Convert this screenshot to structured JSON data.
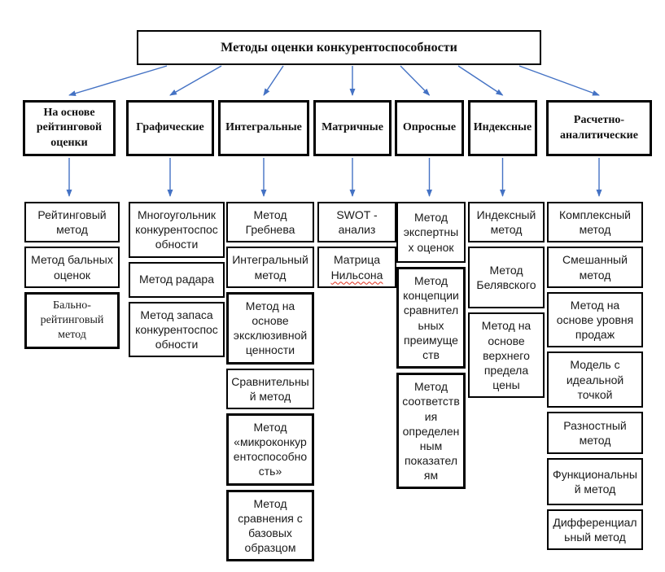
{
  "title": "Методы оценки конкурентоспособности",
  "colors": {
    "arrow": "#4472C4",
    "box_border": "#000000",
    "spellcheck_underline": "#e0301e"
  },
  "columns": [
    {
      "category": "На основе рейтинговой оценки",
      "items": [
        {
          "label": "Рейтинговый метод"
        },
        {
          "label": "Метод бальных оценок"
        },
        {
          "label": "Бально-рейтинговый метод",
          "serif": true,
          "thick": true
        }
      ]
    },
    {
      "category": "Графические",
      "items": [
        {
          "label": "Многоугольник конкурентоспособности"
        },
        {
          "label": "Метод радара"
        },
        {
          "label": "Метод запаса конкурентоспособности"
        }
      ]
    },
    {
      "category": "Интегральные",
      "items": [
        {
          "label": "Метод Гребнева"
        },
        {
          "label": "Интегральный метод"
        },
        {
          "label": "Метод на основе эксклюзивной ценности",
          "thick": true
        },
        {
          "label": "Сравнительный метод"
        },
        {
          "label": "Метод «микроконкурентоспособность»",
          "thick": true
        },
        {
          "label": "Метод сравнения с базовых образцом",
          "thick": true
        }
      ]
    },
    {
      "category": "Матричные",
      "items": [
        {
          "label": "SWOT - анализ"
        },
        {
          "label": "Матрица Нильсона",
          "wavy_word": "Нильсона"
        }
      ]
    },
    {
      "category": "Опросные",
      "items": [
        {
          "label": "Метод экспертных оценок",
          "h": 75
        },
        {
          "label": "Метод концепции сравнительных преимуществ",
          "thick": true
        },
        {
          "label": "Метод соответствия определенным показателям",
          "thick": true
        }
      ]
    },
    {
      "category": "Индексные",
      "items": [
        {
          "label": "Индексный метод"
        },
        {
          "label": "Метод Белявского",
          "h": 76
        },
        {
          "label": "Метод на основе верхнего предела цены"
        }
      ]
    },
    {
      "category": "Расчетно-аналитические",
      "items": [
        {
          "label": "Комплексный метод"
        },
        {
          "label": "Смешанный метод"
        },
        {
          "label": "Метод на основе уровня продаж"
        },
        {
          "label": "Модель с идеальной точкой"
        },
        {
          "label": "Разностный метод",
          "h": 52
        },
        {
          "label": "Функциональный метод",
          "h": 58
        },
        {
          "label": "Дифференциальный метод"
        }
      ]
    }
  ]
}
